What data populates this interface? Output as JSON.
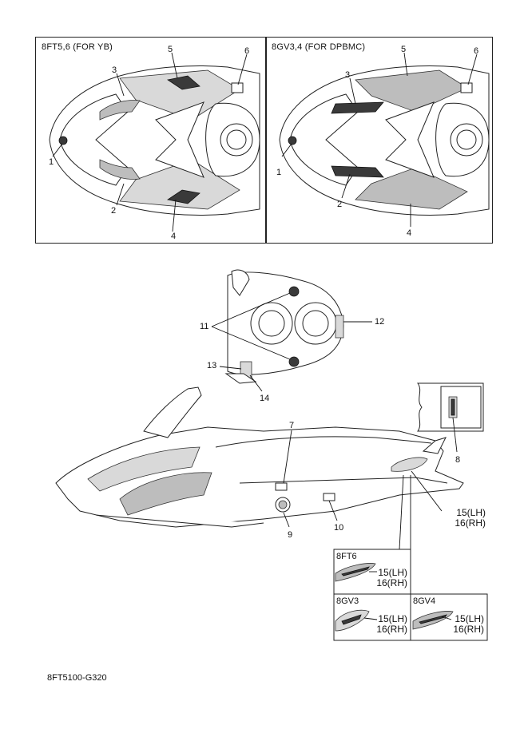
{
  "top_panels": [
    {
      "header": "8FT5,6 (FOR YB)",
      "callouts": [
        "1",
        "2",
        "3",
        "4",
        "5",
        "6"
      ]
    },
    {
      "header": "8GV3,4 (FOR DPBMC)",
      "callouts": [
        "1",
        "2",
        "3",
        "4",
        "5",
        "6"
      ]
    }
  ],
  "main_callouts": {
    "c7": "7",
    "c8": "8",
    "c9": "9",
    "c10": "10",
    "c11": "11",
    "c12": "12",
    "c13": "13",
    "c14": "14",
    "c15_16_line1": "15(LH)",
    "c15_16_line2": "16(RH)"
  },
  "variant_boxes": [
    {
      "variant": "8FT6",
      "line1": "15(LH)",
      "line2": "16(RH)",
      "icon": "script-emblem-decal"
    },
    {
      "variant": "8GV3",
      "line1": "15(LH)",
      "line2": "16(RH)",
      "icon": "apex-emblem-decal"
    },
    {
      "variant": "8GV4",
      "line1": "15(LH)",
      "line2": "16(RH)",
      "icon": "script-emblem-decal"
    }
  ],
  "footer_code": "8FT5100-G320"
}
